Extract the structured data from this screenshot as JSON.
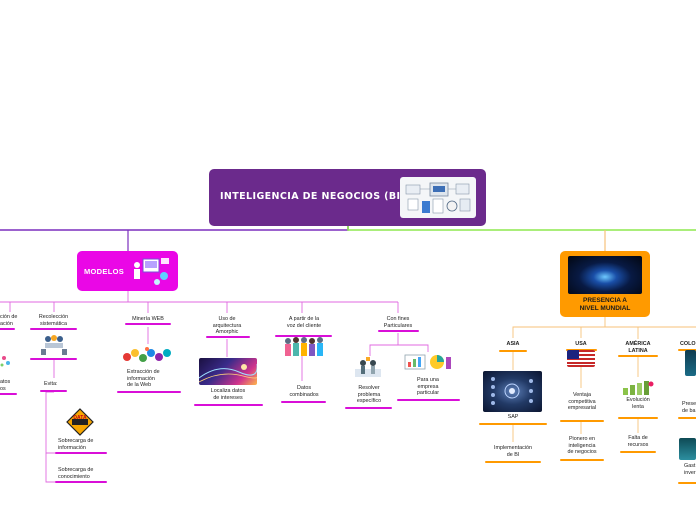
{
  "root": {
    "title": "INTELIGENCIA DE NEGOCIOS (BI)",
    "image_icon": "analytics-dashboard-icon"
  },
  "modelos": {
    "title": "MODELOS",
    "image_icon": "data-model-icon",
    "children": {
      "left_partial_1": "ción de\nación",
      "recoleccion": "Recolección\nsistemática",
      "evita": "Evita:",
      "sobrecarga_info": "Sobrecarga de\ninformación",
      "sobrecarga_con": "Sobrecarga de\nconocimiento",
      "left_partial_2": "atos\nos",
      "mineria": "Minería WEB",
      "extraccion": "Extracción de\ninformación\nde la Web",
      "uso_arq": "Uso de\narquitectura\nAmorphic",
      "localiza": "Localiza datos\nde intereses",
      "a_partir": "A partir de la\nvoz del cliente",
      "datos_comb": "Datos\ncombinados",
      "fines": "Con fines\nParticulares",
      "resolver": "Resolver\nproblema\nespecífico",
      "para_una": "Para una\nempresa\nparticular"
    },
    "data_badge": "DATA"
  },
  "presencia": {
    "title": "PRESENCIA A\nNIVEL MUNDIAL",
    "image_icon": "globe-network-icon",
    "children": {
      "asia": "ASIA",
      "sap": "SAP",
      "implementacion": "Implementación\nde BI",
      "usa": "USA",
      "ventaja": "Ventaja\ncompetitiva\nempresarial",
      "pionero": "Pionero en\ninteligencia\nde negocios",
      "america": "AMÉRICA\nLATINA",
      "evolucion": "Evolución\nlenta",
      "falta": "Falta de\nrecursos",
      "colombia_partial": "COLO",
      "pres_partial": "Prese\nde ba",
      "gast_partial": "Gast\ninver"
    }
  },
  "colors": {
    "root": "#6b2a8c",
    "modelos": "#ea07e6",
    "presencia": "#ff9a00",
    "line_left": "#7b2fbe",
    "line_right": "#8ee84f",
    "line_modelos": "#e06ae0",
    "line_presencia": "#f7c27a"
  }
}
